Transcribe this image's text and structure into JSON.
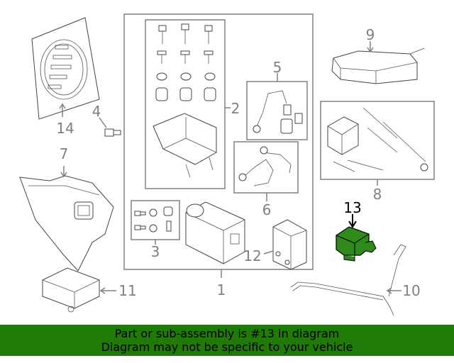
{
  "callouts": {
    "c1": "1",
    "c2": "2",
    "c3": "3",
    "c4": "4",
    "c5": "5",
    "c6": "6",
    "c7": "7",
    "c8": "8",
    "c9": "9",
    "c10": "10",
    "c11": "11",
    "c12": "12",
    "c13": "13",
    "c14": "14"
  },
  "highlight": {
    "part": "13",
    "color": "#2f8a1a"
  },
  "banner": {
    "line1": "Part or sub-assembly is #13 in diagram",
    "line2": "Diagram may not be specific to your vehicle",
    "background": "#217a07"
  }
}
